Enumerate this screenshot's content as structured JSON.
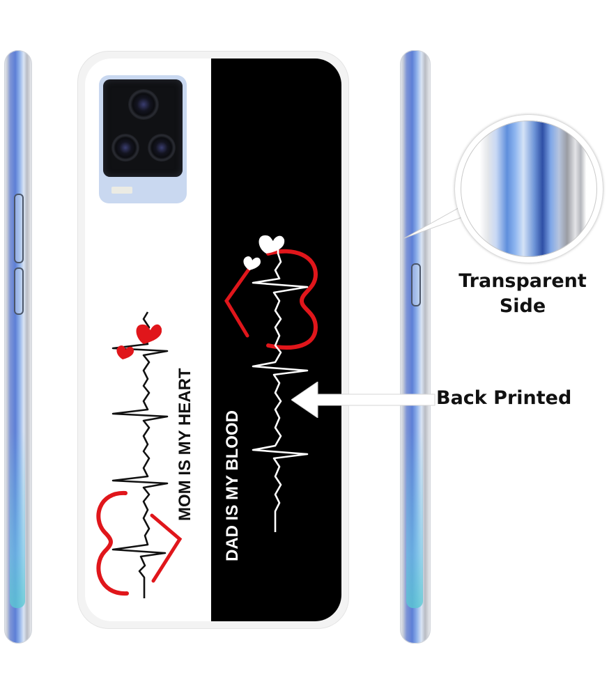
{
  "product": {
    "type": "printed transparent phone back case",
    "left_panel_text": "MOM IS MY HEART",
    "right_panel_text": "DAD IS MY BLOOD"
  },
  "callouts": {
    "transparent_side": {
      "line1": "Transparent",
      "line2": "Side"
    },
    "back_printed": "Back Printed"
  },
  "colors": {
    "accent_red": "#e0161b",
    "panel_black": "#000000",
    "panel_white": "#ffffff",
    "side_blue": "#5d7fd6",
    "camera_plate": "#c9d8f0"
  },
  "icons": {
    "camera": "camera-module-icon",
    "heart": "heart-icon",
    "heartbeat": "heartbeat-line-icon",
    "arrow": "arrow-left-icon"
  }
}
